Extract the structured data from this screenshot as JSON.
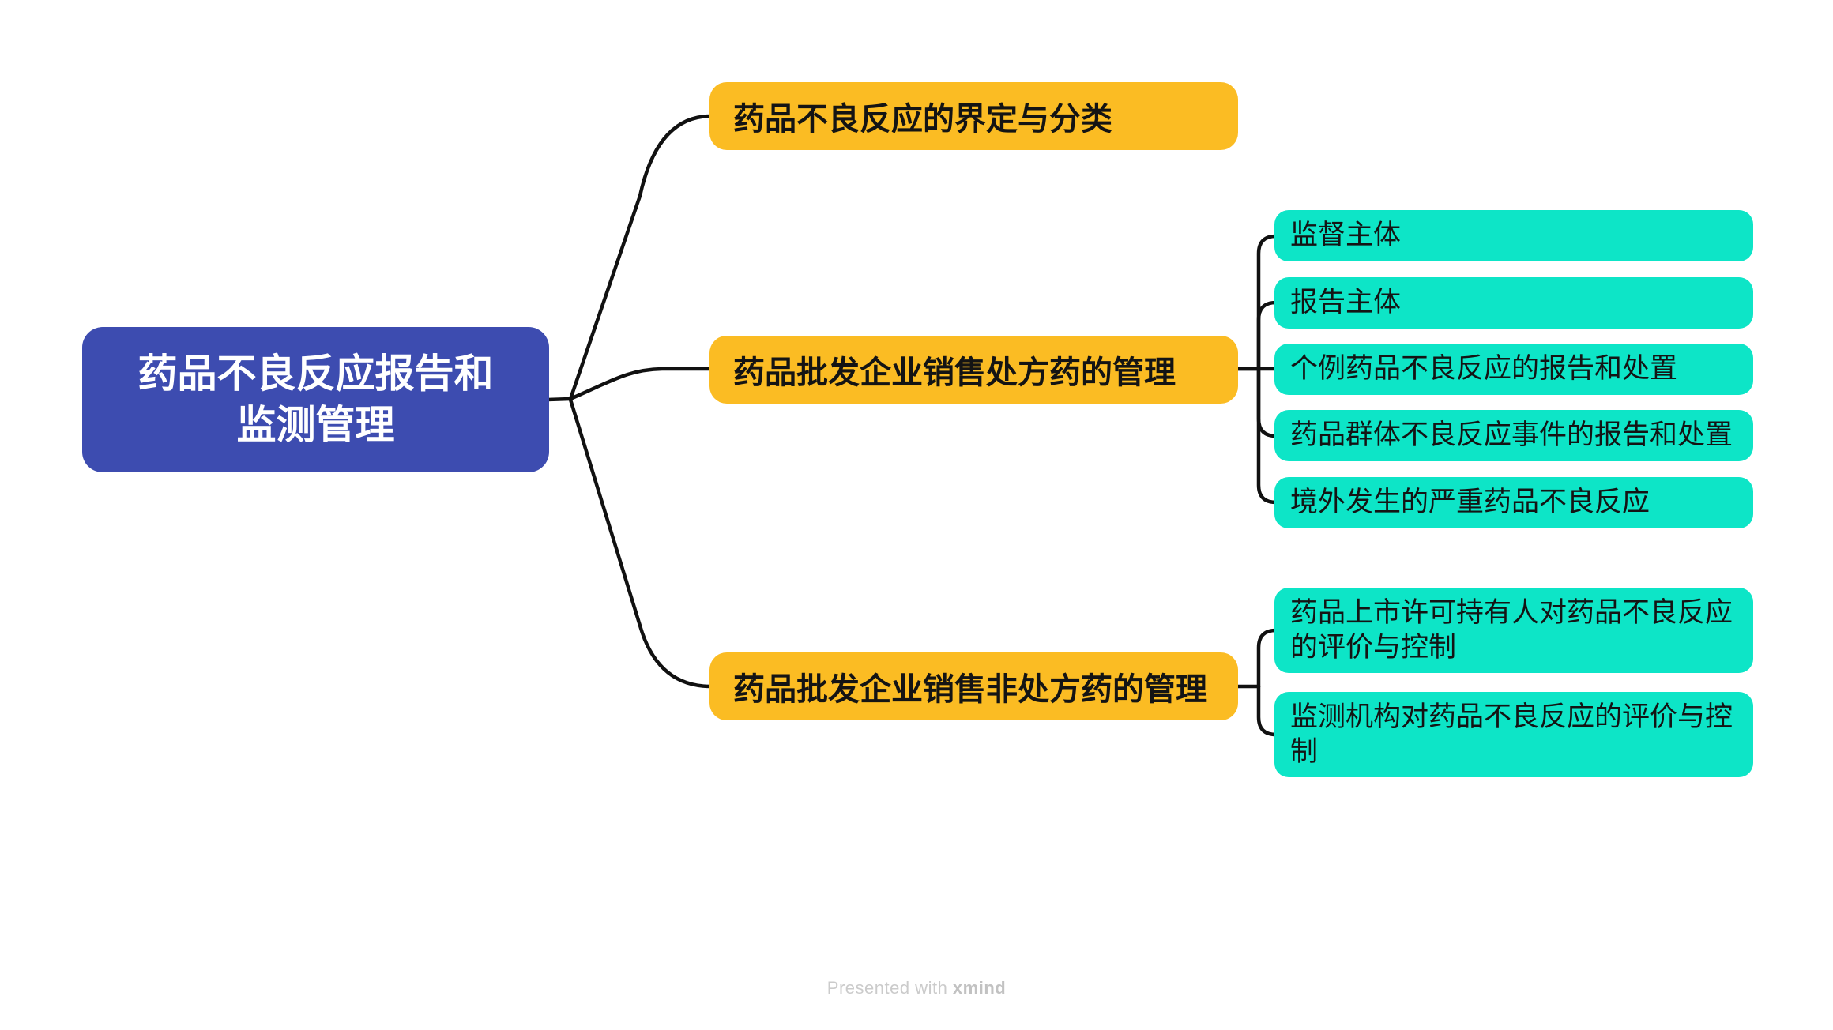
{
  "app": "xmind-mind-map",
  "colors": {
    "root_bg": "#3D4CB0",
    "root_text": "#ffffff",
    "branch_bg": "#FBBC23",
    "branch_text": "#141414",
    "child_bg": "#0DE5C7",
    "child_text": "#141414",
    "line": "#111111",
    "footer_text": "#cbcbcb",
    "footer_brand": "#c2c2c2"
  },
  "root": {
    "label": "药品不良反应报告和监测管理"
  },
  "branches": [
    {
      "label": "药品不良反应的界定与分类",
      "children": []
    },
    {
      "label": "药品批发企业销售处方药的管理",
      "children": [
        "监督主体",
        "报告主体",
        "个例药品不良反应的报告和处置",
        "药品群体不良反应事件的报告和处置",
        "境外发生的严重药品不良反应"
      ]
    },
    {
      "label": "药品批发企业销售非处方药的管理",
      "children": [
        "药品上市许可持有人对药品不良反应的评价与控制",
        "监测机构对药品不良反应的评价与控制"
      ]
    }
  ],
  "footer": {
    "prefix": "Presented with ",
    "brand": "xmind"
  }
}
